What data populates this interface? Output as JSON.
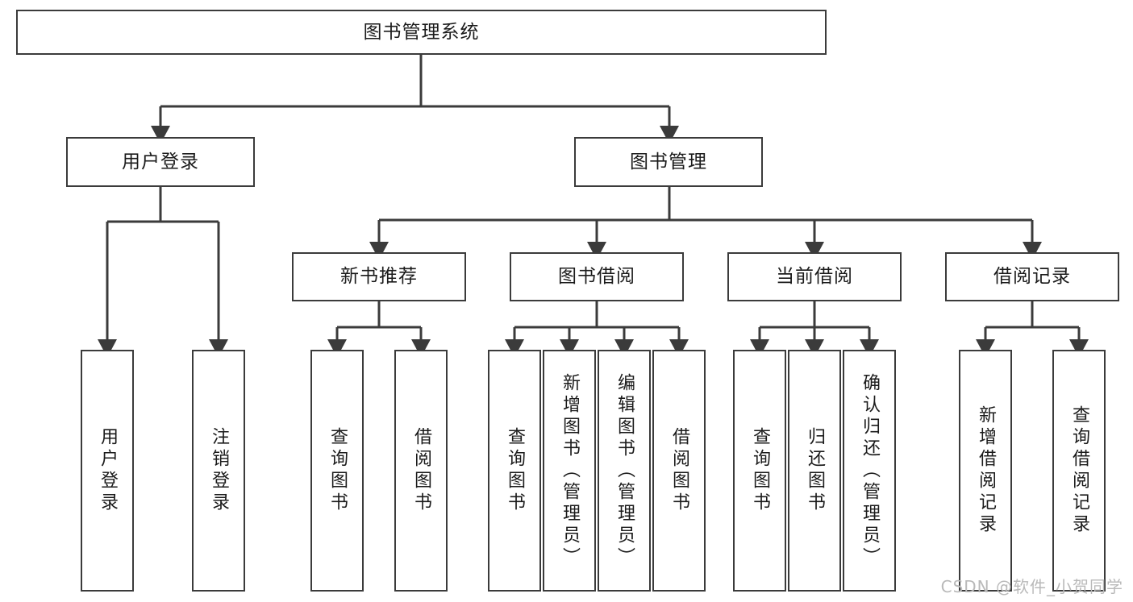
{
  "diagram": {
    "title_box": {
      "label": "图书管理系统"
    },
    "level2": [
      {
        "id": "user-login",
        "label": "用户登录"
      },
      {
        "id": "book-management",
        "label": "图书管理"
      }
    ],
    "level3": [
      {
        "id": "new-book-recommend",
        "label": "新书推荐"
      },
      {
        "id": "book-borrow",
        "label": "图书借阅"
      },
      {
        "id": "current-borrow",
        "label": "当前借阅"
      },
      {
        "id": "borrow-record",
        "label": "借阅记录"
      }
    ],
    "leaves": [
      {
        "id": "leaf-user-login",
        "label": "用户登录"
      },
      {
        "id": "leaf-logout-login",
        "label": "注销登录"
      },
      {
        "id": "leaf-query-book-1",
        "label": "查询图书"
      },
      {
        "id": "leaf-borrow-book-1",
        "label": "借阅图书"
      },
      {
        "id": "leaf-query-book-2",
        "label": "查询图书"
      },
      {
        "id": "leaf-add-book-admin",
        "label": "新增图书（管理员）"
      },
      {
        "id": "leaf-edit-book-admin",
        "label": "编辑图书（管理员）"
      },
      {
        "id": "leaf-borrow-book-2",
        "label": "借阅图书"
      },
      {
        "id": "leaf-query-book-3",
        "label": "查询图书"
      },
      {
        "id": "leaf-return-book",
        "label": "归还图书"
      },
      {
        "id": "leaf-confirm-return-admin",
        "label": "确认归还（管理员）"
      },
      {
        "id": "leaf-add-borrow-record",
        "label": "新增借阅记录"
      },
      {
        "id": "leaf-query-borrow-record",
        "label": "查询借阅记录"
      }
    ],
    "watermark": "CSDN @软件_小贺同学",
    "colors": {
      "border": "#3b3b3b",
      "line": "#3b3b3b",
      "text": "#1b1b1b",
      "background": "#ffffff",
      "watermark": "#b9b9b9"
    }
  }
}
